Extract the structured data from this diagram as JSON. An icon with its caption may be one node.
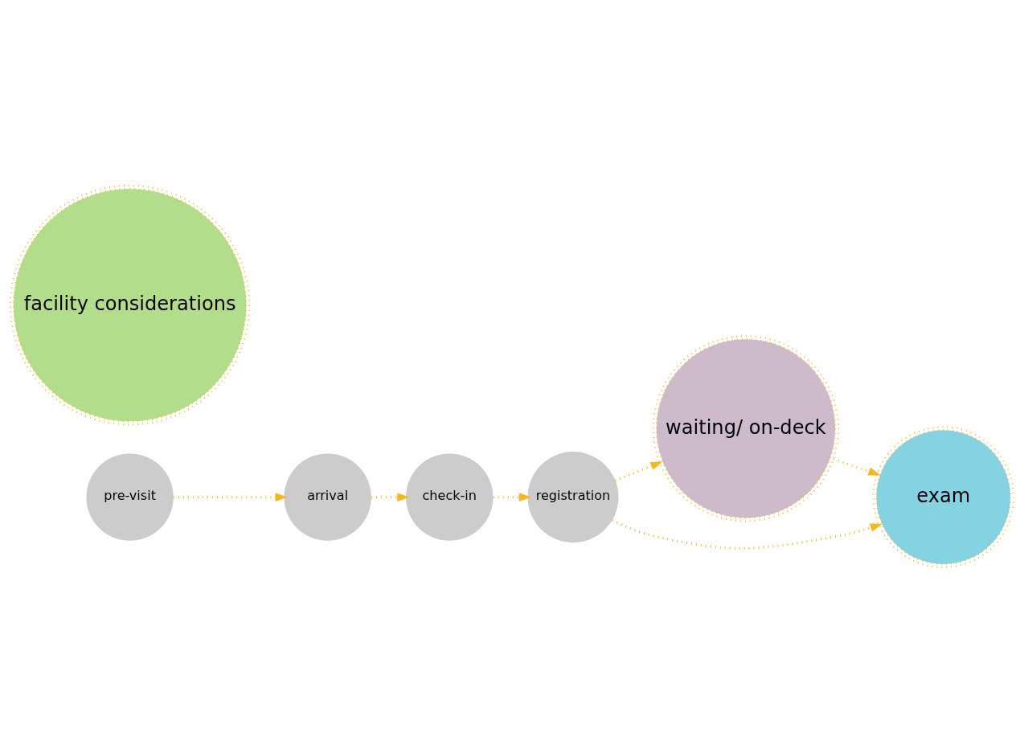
{
  "diagram": {
    "nodes": [
      {
        "text": [
          "pre-visit"
        ]
      },
      {
        "text": [
          "arrival"
        ]
      },
      {
        "text": [
          "check-in"
        ]
      },
      {
        "text": [
          "registration"
        ]
      },
      {
        "text": [
          "waiting/ on-deck"
        ]
      },
      {
        "text": [
          "exam"
        ]
      },
      {
        "text": [
          "facility considerations"
        ]
      }
    ],
    "edges": [
      {
        "from": 0,
        "to": 1,
        "arrow": "to"
      },
      {
        "from": 1,
        "to": 2,
        "arrow": "to"
      },
      {
        "from": 2,
        "to": 3,
        "arrow": "to"
      },
      {
        "from": 3,
        "to": 4,
        "arrow": "to"
      },
      {
        "from": 4,
        "to": 5,
        "arrow": "to"
      },
      {
        "from": 3,
        "to": 5,
        "arrow": "to"
      }
    ]
  }
}
